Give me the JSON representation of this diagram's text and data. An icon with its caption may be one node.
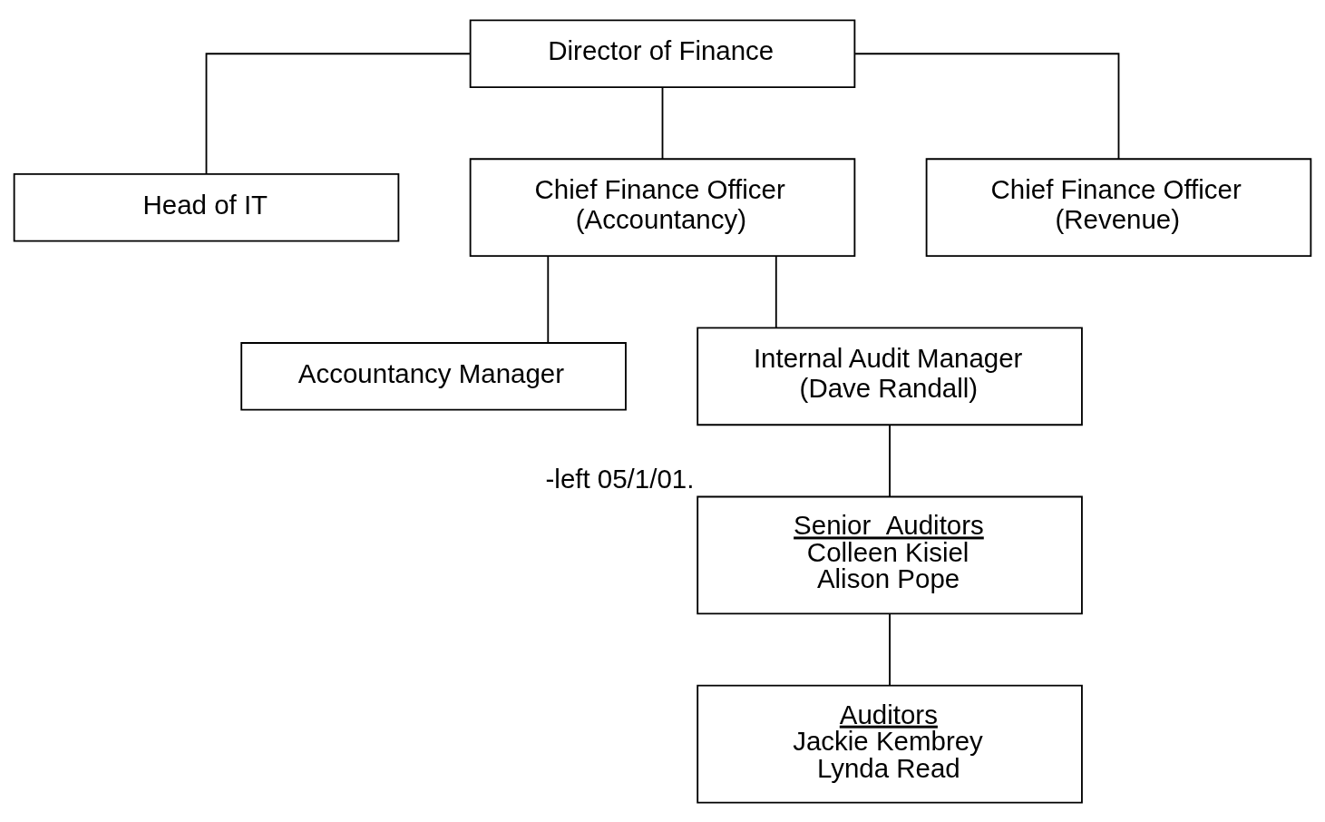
{
  "diagram": {
    "nodes": [
      {
        "text": [
          "Director of Finance"
        ]
      },
      {
        "text": [
          "Head of IT"
        ]
      },
      {
        "text": [
          "Chief Finance Officer",
          "(Accountancy)"
        ]
      },
      {
        "text": [
          "Chief Finance Officer",
          "(Revenue)"
        ]
      },
      {
        "text": [
          "Accountancy Manager"
        ]
      },
      {
        "text": [
          "Internal Audit Manager",
          "(Dave Randall)"
        ]
      },
      {
        "text": [
          "Senior  Auditors",
          "Colleen Kisiel",
          "Alison Pope"
        ],
        "beside": [
          "-left 05/1/01."
        ]
      },
      {
        "text": [
          "Auditors",
          "Jackie Kembrey",
          "Lynda Read"
        ]
      }
    ],
    "edges": [
      {
        "from": 0,
        "to": 1,
        "arrow": "none"
      },
      {
        "from": 0,
        "to": 2,
        "arrow": "none"
      },
      {
        "from": 0,
        "to": 3,
        "arrow": "none"
      },
      {
        "from": 2,
        "to": 4,
        "arrow": "none"
      },
      {
        "from": 2,
        "to": 5,
        "arrow": "none"
      },
      {
        "from": 5,
        "to": 6,
        "arrow": "none"
      },
      {
        "from": 6,
        "to": 7,
        "arrow": "none"
      }
    ]
  }
}
